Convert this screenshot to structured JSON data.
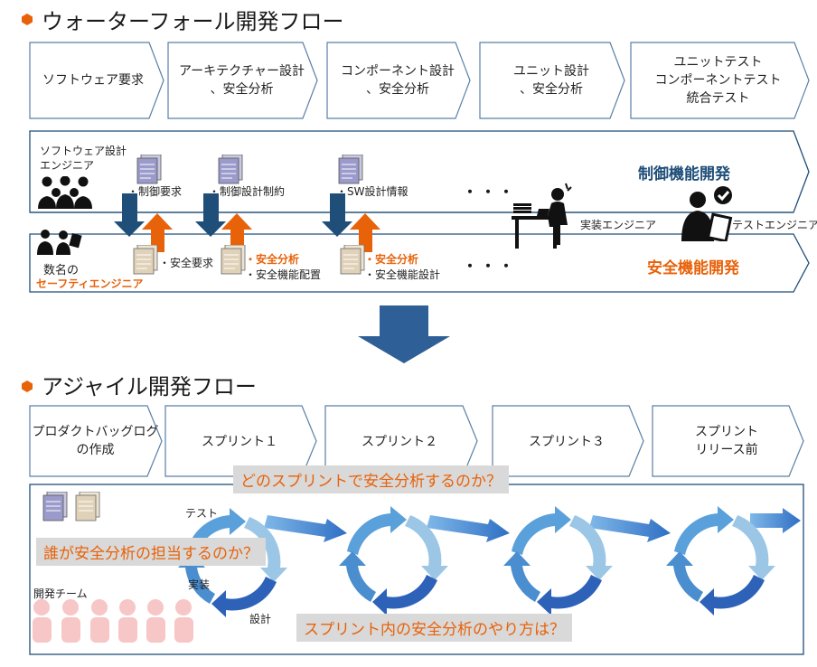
{
  "waterfall": {
    "title": "ウォーターフォール開発フロー",
    "steps": [
      "ソフトウェア要求",
      "アーキテクチャー設計\n、安全分析",
      "コンポーネント設計\n、安全分析",
      "ユニット設計\n、安全分析",
      "ユニットテスト\nコンポーネントテスト\n統合テスト"
    ],
    "sw_engineer": "ソフトウェア設計\nエンジニア",
    "safety_prefix": "数名の",
    "safety_engineer": "セーフティエンジニア",
    "doc_top": [
      "・制御要求",
      "・制御設計制約",
      "・SW設計情報"
    ],
    "doc_bottom_1": "・安全要求",
    "doc_bottom_2_bold": "・安全分析",
    "doc_bottom_2": "・安全機能配置",
    "doc_bottom_3_bold": "・安全分析",
    "doc_bottom_3": "・安全機能設計",
    "ellipsis": "・・・",
    "impl_engineer": "実装エンジニア",
    "test_engineer": "テストエンジニア",
    "control_dev": "制御機能開発",
    "safety_dev": "安全機能開発"
  },
  "agile": {
    "title": "アジャイル開発フロー",
    "steps": [
      "プロダクトバッグログ\nの作成",
      "スプリント１",
      "スプリント２",
      "スプリント３",
      "スプリント\nリリース前"
    ],
    "cycle_labels": [
      "テスト",
      "実装",
      "設計"
    ],
    "team_label": "開発チーム",
    "questions": [
      "どのスプリントで安全分析するのか？",
      "誰が安全分析の担当するのか？",
      "スプリント内の安全分析のやり方は？"
    ]
  },
  "colors": {
    "accent_orange": "#e8620a",
    "dark_blue": "#1f4e79",
    "chevron_border": "#5a7fa6",
    "team_pink": "#f7c6c6"
  }
}
